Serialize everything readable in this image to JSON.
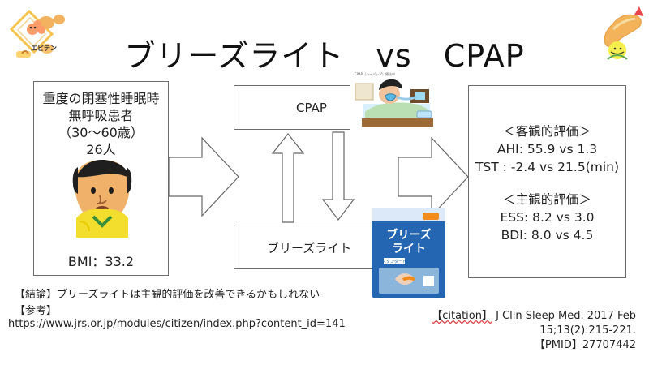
{
  "title": "ブリーズライト　vs　CPAP",
  "logos": {
    "left_text": "エビテン"
  },
  "patients": {
    "line1": "重度の閉塞性睡眠時",
    "line2": "無呼吸患者",
    "line3": "（30〜60歳）",
    "line4": "26人",
    "bmi": "BMI：33.2"
  },
  "interventions": {
    "cpap": "CPAP",
    "breathe_right": "ブリーズライト"
  },
  "results": {
    "objective_title": "＜客観的評価＞",
    "ahi": "AHI: 55.9 vs 1.3",
    "tst": "TST : -2.4 vs 21.5(min)",
    "subjective_title": "＜主観的評価＞",
    "ess": "ESS: 8.2 vs 3.0",
    "bdi": "BDI: 8.0 vs 4.5"
  },
  "footer": {
    "conclusion": "【結論】ブリーズライトは主観的評価を改善できるかもしれない",
    "reference_label": "【参考】",
    "url": "https://www.jrs.or.jp/modules/citizen/index.php?content_id=141",
    "citation_bracket": "【citation】",
    "citation_journal": "J Clin Sleep Med. 2017 Feb",
    "citation_issue": "15;13(2):215-221.",
    "citation_pmid": "【PMID】27707442"
  },
  "illustration_labels": {
    "cpap_caption": "CPAP（シーパップ）療法中",
    "pack_line1": "ブリーズ",
    "pack_line2": "ライト",
    "pack_badge": "スタンダード"
  },
  "colors": {
    "arrow_fill": "#ffffff",
    "arrow_stroke": "#666666",
    "box_border": "#6d6d6d",
    "pack_blue": "#2466b1",
    "pack_orange": "#f28c1c"
  }
}
